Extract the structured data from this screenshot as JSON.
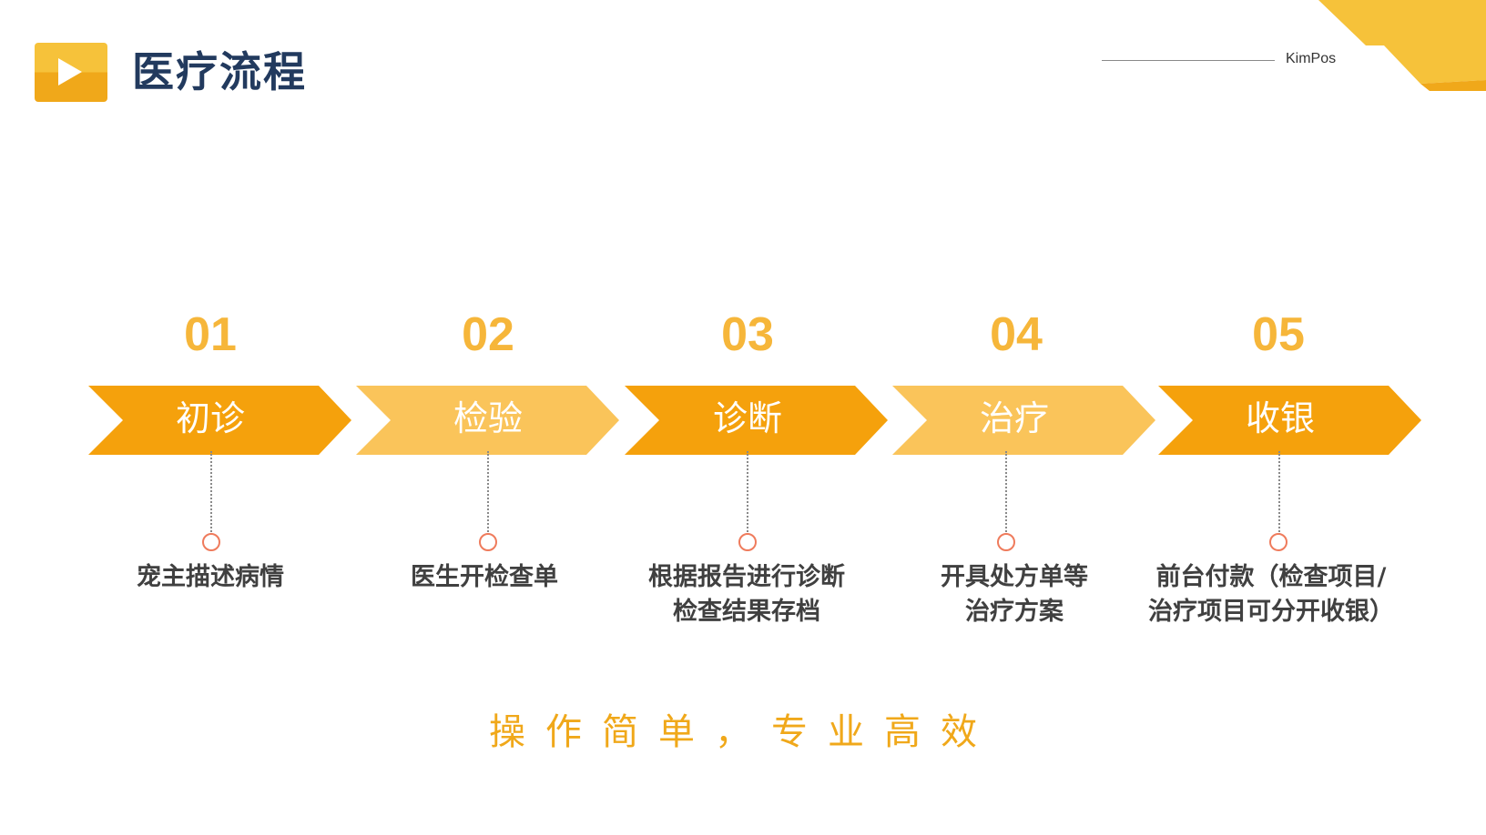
{
  "header": {
    "title": "医疗流程",
    "brand": "KimPos"
  },
  "icons": {
    "logo": "play-icon"
  },
  "colors": {
    "dark_orange": "#f5a10c",
    "light_orange": "#fac45a",
    "number": "#f6b63a",
    "title": "#223a5e",
    "slogan": "#f0a81a",
    "marker": "#ef7b5c"
  },
  "steps": [
    {
      "number": "01",
      "label": "初诊",
      "desc_line1": "宠主描述病情",
      "desc_line2": ""
    },
    {
      "number": "02",
      "label": "检验",
      "desc_line1": "医生开检查单",
      "desc_line2": ""
    },
    {
      "number": "03",
      "label": "诊断",
      "desc_line1": "根据报告进行诊断",
      "desc_line2": "检查结果存档"
    },
    {
      "number": "04",
      "label": "治疗",
      "desc_line1": "开具处方单等",
      "desc_line2": "治疗方案"
    },
    {
      "number": "05",
      "label": "收银",
      "desc_line1": "前台付款（检查项目/",
      "desc_line2": "治疗项目可分开收银）"
    }
  ],
  "slogan": "操作简单，专业高效"
}
